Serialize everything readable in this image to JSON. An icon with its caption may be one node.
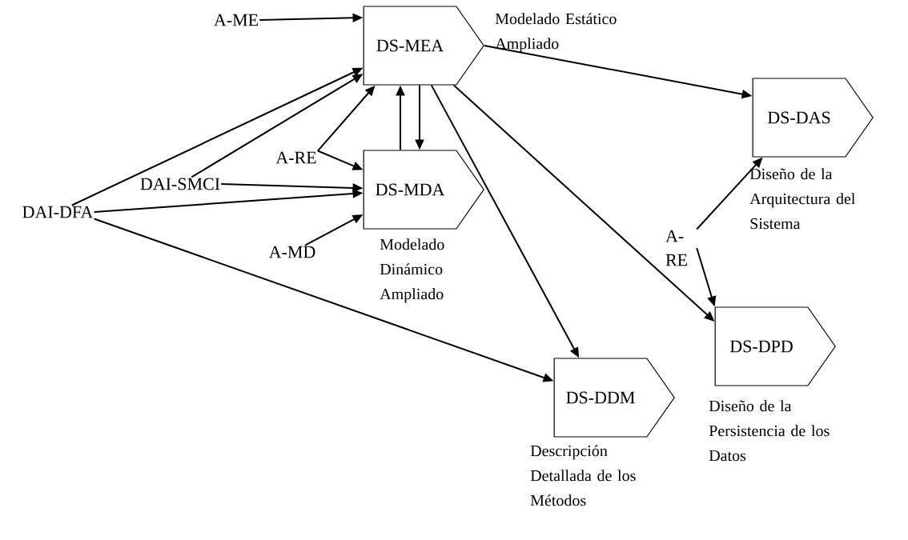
{
  "diagram": {
    "nodes": [
      {
        "text": [
          "DS-MEA"
        ],
        "beside": [
          "Modelado Estático Ampliado"
        ]
      },
      {
        "text": [
          "DS-MDA"
        ],
        "beside": [
          "Modelado Dinámico Ampliado"
        ]
      },
      {
        "text": [
          "DS-DAS"
        ],
        "beside": [
          "Diseño de la Arquitectura del Sistema"
        ]
      },
      {
        "text": [
          "DS-DPD"
        ],
        "beside": [
          "Diseño de la Persistencia de los Datos"
        ]
      },
      {
        "text": [
          "DS-DDM"
        ],
        "beside": [
          "Descripción Detallada de los Métodos"
        ]
      },
      {
        "text": [
          "A-ME"
        ]
      },
      {
        "text": [
          "DAI-DFA"
        ]
      },
      {
        "text": [
          "DAI-SMCI"
        ]
      },
      {
        "text": [
          "A-RE"
        ]
      },
      {
        "text": [
          "A-MD"
        ]
      },
      {
        "text": [
          "A- RE"
        ]
      }
    ],
    "edges": [
      {
        "from": 5,
        "to": 0,
        "arrow": "to"
      },
      {
        "from": 6,
        "to": 0,
        "arrow": "to"
      },
      {
        "from": 7,
        "to": 0,
        "arrow": "to"
      },
      {
        "from": 8,
        "to": 0,
        "arrow": "to"
      },
      {
        "from": 8,
        "to": 1,
        "arrow": "to"
      },
      {
        "from": 7,
        "to": 1,
        "arrow": "to"
      },
      {
        "from": 6,
        "to": 1,
        "arrow": "to"
      },
      {
        "from": 9,
        "to": 1,
        "arrow": "to"
      },
      {
        "from": 1,
        "to": 0,
        "arrow": "to"
      },
      {
        "from": 0,
        "to": 1,
        "arrow": "to"
      },
      {
        "from": 0,
        "to": 2,
        "arrow": "to"
      },
      {
        "from": 0,
        "to": 4,
        "arrow": "to"
      },
      {
        "from": 0,
        "to": 3,
        "arrow": "to"
      },
      {
        "from": 6,
        "to": 4,
        "arrow": "to"
      },
      {
        "from": 10,
        "to": 2,
        "arrow": "to"
      },
      {
        "from": 10,
        "to": 3,
        "arrow": "to"
      }
    ]
  }
}
